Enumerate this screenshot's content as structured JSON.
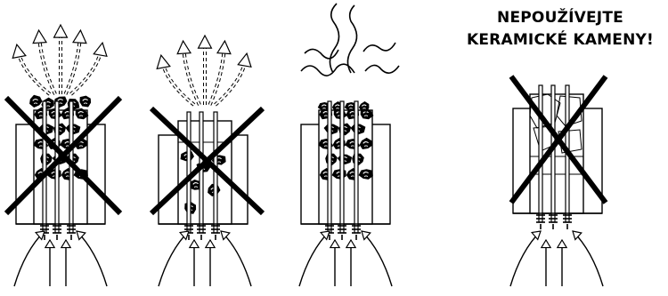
{
  "warning": {
    "line1": "NEPOUŽÍVEJTE",
    "line2": "KERAMICKÉ KAMENY!"
  },
  "panels": [
    {
      "name": "panel-overfilled-stones",
      "status": "incorrect",
      "stones": "overfilled",
      "flow": "dashed-fan"
    },
    {
      "name": "panel-loose-stones",
      "status": "incorrect",
      "stones": "sparse",
      "flow": "dashed-fan"
    },
    {
      "name": "panel-correct-stones",
      "status": "correct",
      "stones": "proper",
      "flow": "wavy-heat"
    },
    {
      "name": "panel-ceramic-stones",
      "status": "incorrect",
      "stones": "ceramic-blocks",
      "flow": "none"
    }
  ],
  "icons": {
    "cross": "x-mark-icon",
    "airflow_in": "arrow-up-icon",
    "airflow_out": "dashed-arrow-icon",
    "heat": "heat-wave-icon"
  },
  "colors": {
    "ink": "#000000",
    "background": "#ffffff"
  }
}
